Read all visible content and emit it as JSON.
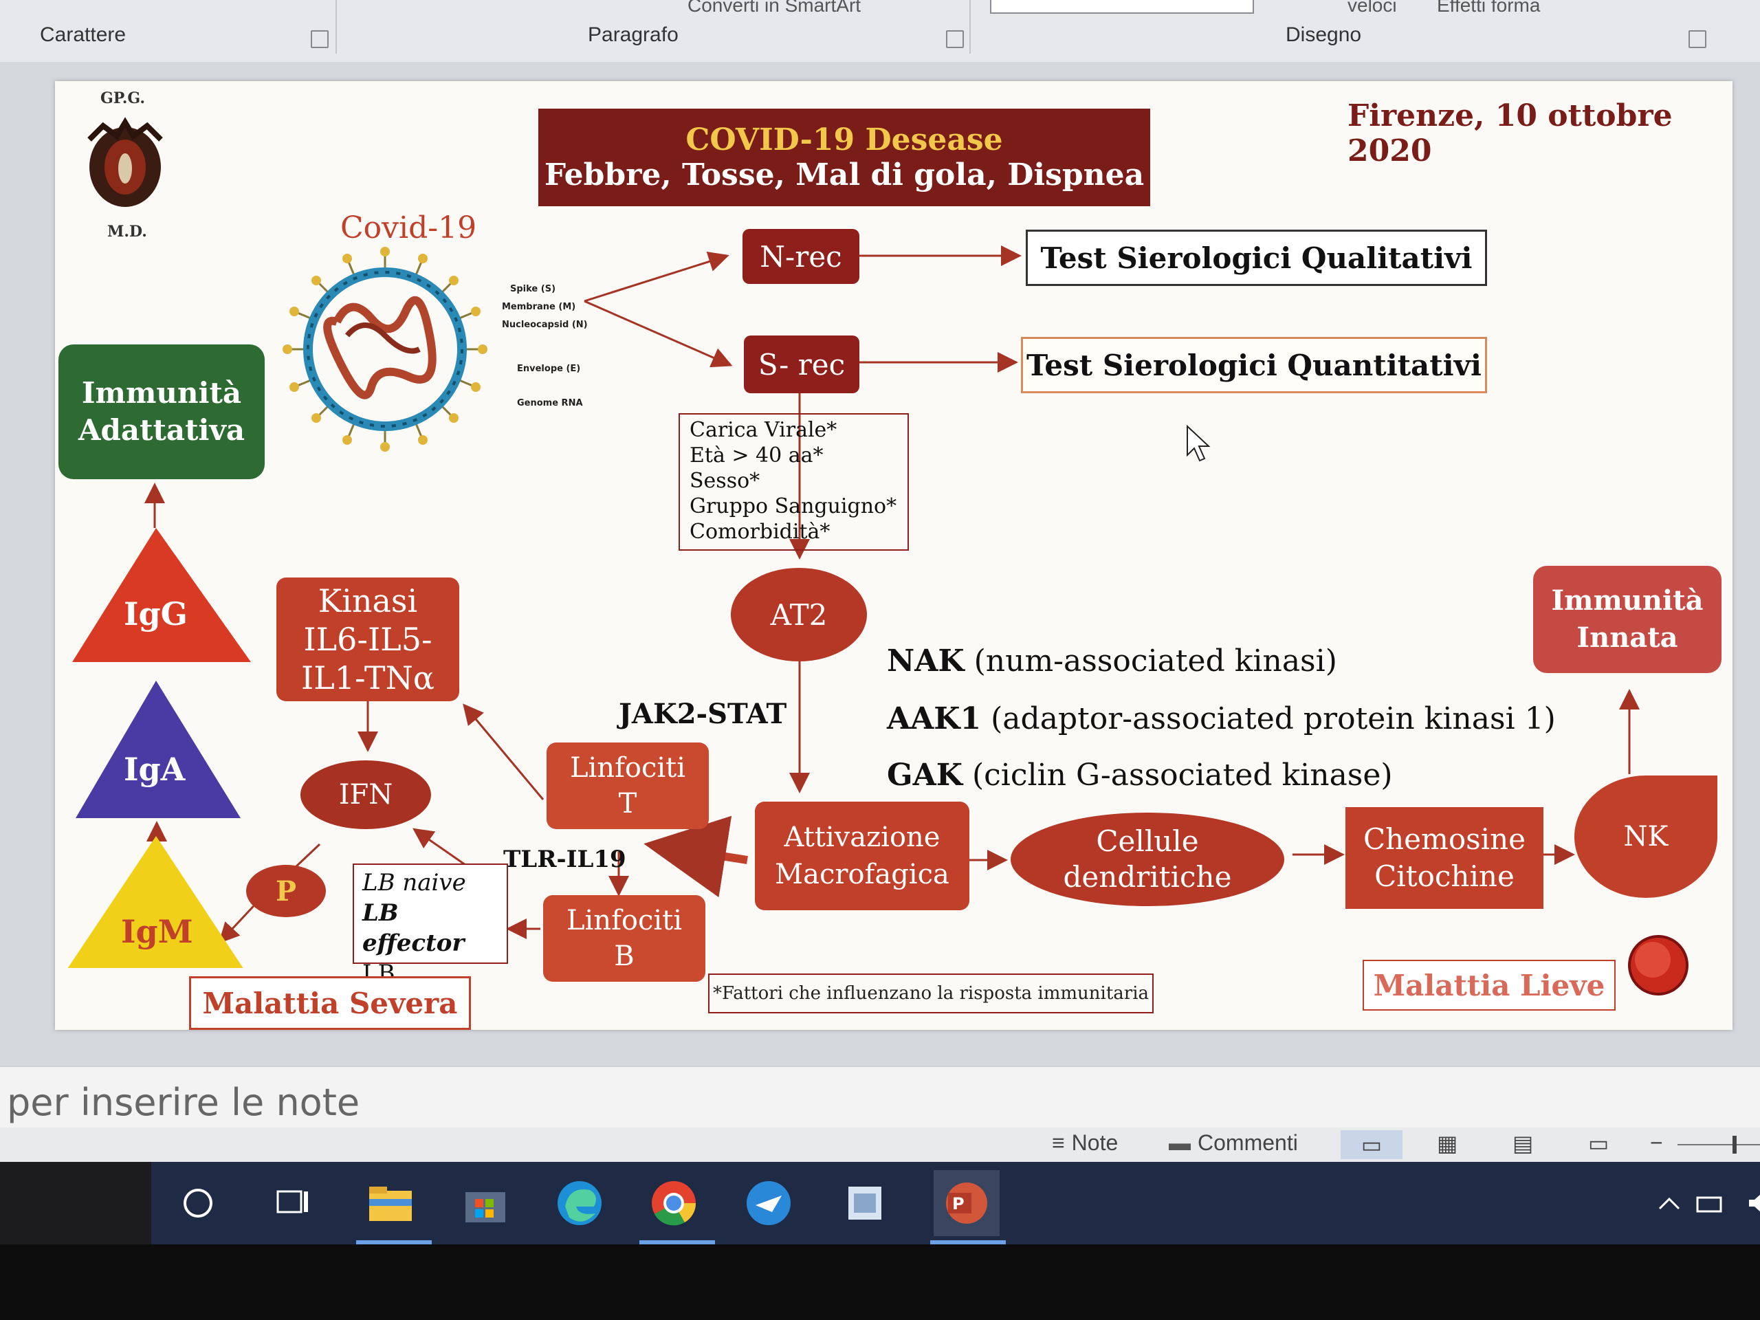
{
  "ribbon": {
    "groups": [
      "Carattere",
      "Paragrafo",
      "Disegno"
    ],
    "top_items": [
      "Converti in SmartArt",
      "veloci",
      "Effetti forma"
    ]
  },
  "slide": {
    "logo_top": "GP.G.",
    "logo_bottom": "M.D.",
    "date": "Firenze, 10 ottobre 2020",
    "title_line1": "COVID-19 Desease",
    "title_line2": "Febbre, Tosse, Mal di gola, Dispnea",
    "covid_label": "Covid-19",
    "virus_labels": [
      "Spike (S)",
      "Membrane (M)",
      "Nucleocapsid (N)",
      "Envelope (E)",
      "Genome RNA"
    ],
    "n_rec": "N-rec",
    "s_rec": "S- rec",
    "test_qual": "Test Sierologici Qualitativi",
    "test_quant": "Test Sierologici Quantitativi",
    "factors": [
      "Carica Virale*",
      "Età > 40 aa*",
      "Sesso*",
      "Gruppo Sanguigno*",
      "Comorbidità*"
    ],
    "immunita_adattativa": [
      "Immunità",
      "Adattativa"
    ],
    "immunita_innata": [
      "Immunità",
      "Innata"
    ],
    "igg": "IgG",
    "iga": "IgA",
    "igm": "IgM",
    "kinasi": [
      "Kinasi",
      "IL6-IL5-",
      "IL1-TNα"
    ],
    "at2": "AT2",
    "jak_stat": "JAK2-STAT",
    "ifn": "IFN",
    "p": "P",
    "linfociti_t": [
      "Linfociti",
      "T"
    ],
    "linfociti_b": [
      "Linfociti",
      "B"
    ],
    "tlr": "TLR-IL19",
    "lb": [
      "LB naive",
      "LB effector",
      "LB Memory"
    ],
    "attivazione": [
      "Attivazione",
      "Macrofagica"
    ],
    "cellule": [
      "Cellule",
      "dendritiche"
    ],
    "chemosine": [
      "Chemosine",
      "Citochine"
    ],
    "nk": "NK",
    "enzymes": [
      {
        "abbr": "NAK",
        "desc": "(num-associated kinasi)"
      },
      {
        "abbr": "AAK1",
        "desc": "(adaptor-associated protein kinasi 1)"
      },
      {
        "abbr": "GAK",
        "desc": "(ciclin G-associated kinase)"
      }
    ],
    "malattia_severa": "Malattia Severa",
    "malattia_lieve": "Malattia Lieve",
    "footnote": "*Fattori che influenzano la risposta immunitaria"
  },
  "notes_placeholder": "per inserire le note",
  "statusbar": {
    "note": "Note",
    "commenti": "Commenti"
  },
  "colors": {
    "dark_red": "#8e1f1b",
    "brick_red": "#c0402a",
    "green": "#2e6b33",
    "igg_red": "#d93a24",
    "iga_blue": "#4a3aa4",
    "igm_yellow": "#f0d018",
    "title_gold": "#f2c84b"
  },
  "taskbar_icons": [
    "search-icon",
    "task-view-icon",
    "file-explorer-icon",
    "store-icon",
    "edge-icon",
    "chrome-icon",
    "email-icon",
    "app-icon",
    "powerpoint-icon"
  ]
}
